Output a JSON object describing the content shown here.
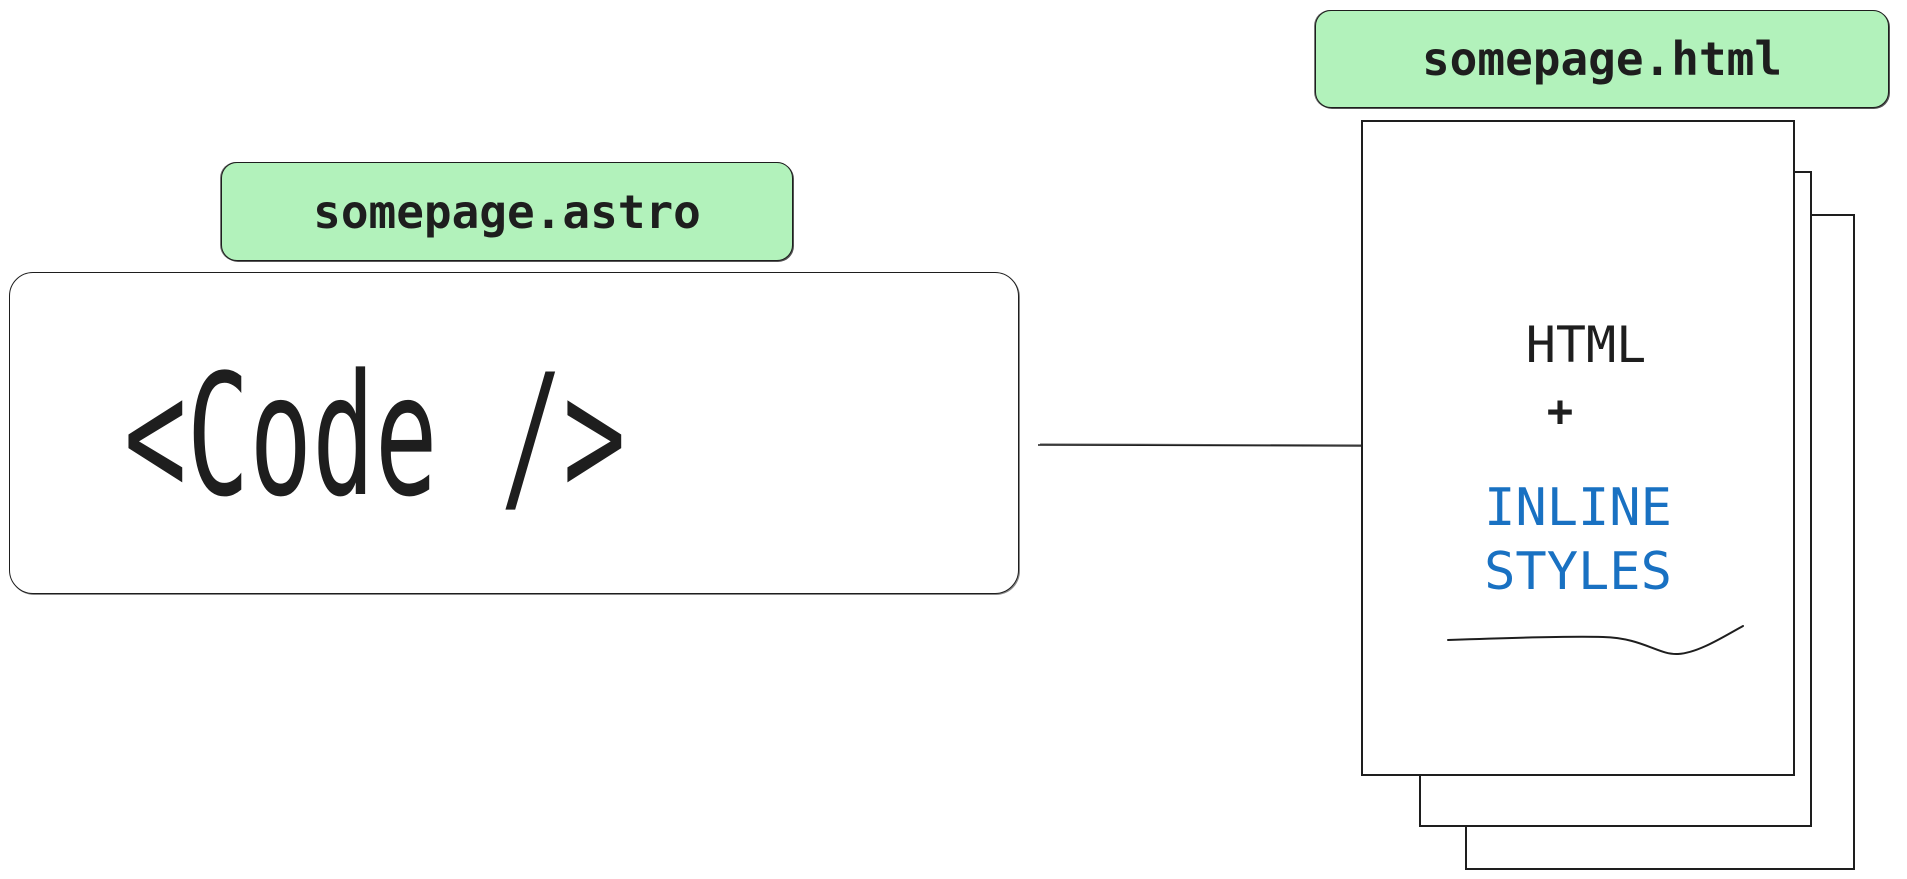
{
  "source": {
    "label": "somepage.astro",
    "code_text": "<Code />"
  },
  "output": {
    "label": "somepage.html",
    "page_line1": "HTML",
    "page_plus": "+",
    "page_line3": "INLINE",
    "page_line4": "STYLES"
  },
  "colors": {
    "label_fill": "#b2f2bb",
    "stroke": "#1e1e1e",
    "accent_blue": "#1971c2"
  }
}
